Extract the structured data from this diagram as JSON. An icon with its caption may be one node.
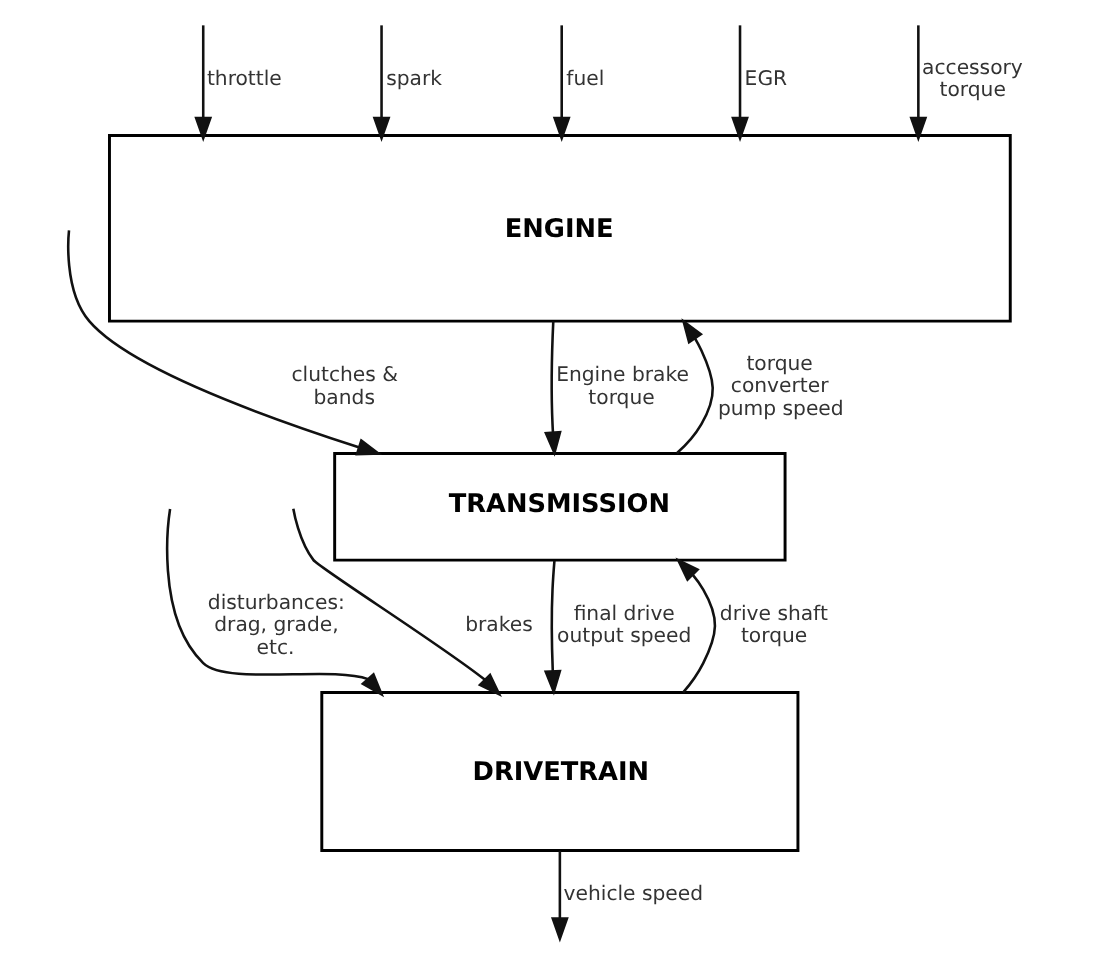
{
  "diagram": {
    "nodes": [
      {
        "text": [
          "ENGINE"
        ]
      },
      {
        "text": [
          "TRANSMISSION"
        ]
      },
      {
        "text": [
          "DRIVETRAIN"
        ]
      }
    ],
    "edges": [
      {
        "from": null,
        "to": 0,
        "arrow": "to",
        "label": "throttle"
      },
      {
        "from": null,
        "to": 0,
        "arrow": "to",
        "label": "spark"
      },
      {
        "from": null,
        "to": 0,
        "arrow": "to",
        "label": "fuel"
      },
      {
        "from": null,
        "to": 0,
        "arrow": "to",
        "label": "EGR"
      },
      {
        "from": null,
        "to": 0,
        "arrow": "to",
        "label": "accessory torque"
      },
      {
        "from": 1,
        "to": 0,
        "arrow": "to",
        "label": "torque converter pump speed"
      },
      {
        "from": 0,
        "to": 1,
        "arrow": "to",
        "label": "Engine brake torque"
      },
      {
        "from": null,
        "to": 1,
        "arrow": "to",
        "label": "clutches & bands"
      },
      {
        "from": 2,
        "to": 1,
        "arrow": "to",
        "label": "drive shaft torque"
      },
      {
        "from": 1,
        "to": 2,
        "arrow": "to",
        "label": "final drive output speed"
      },
      {
        "from": null,
        "to": 2,
        "arrow": "to",
        "label": "disturbances: drag, grade, etc."
      },
      {
        "from": null,
        "to": 2,
        "arrow": "to",
        "label": "brakes"
      },
      {
        "from": 2,
        "to": null,
        "arrow": "to",
        "label": "vehicle speed"
      }
    ]
  }
}
